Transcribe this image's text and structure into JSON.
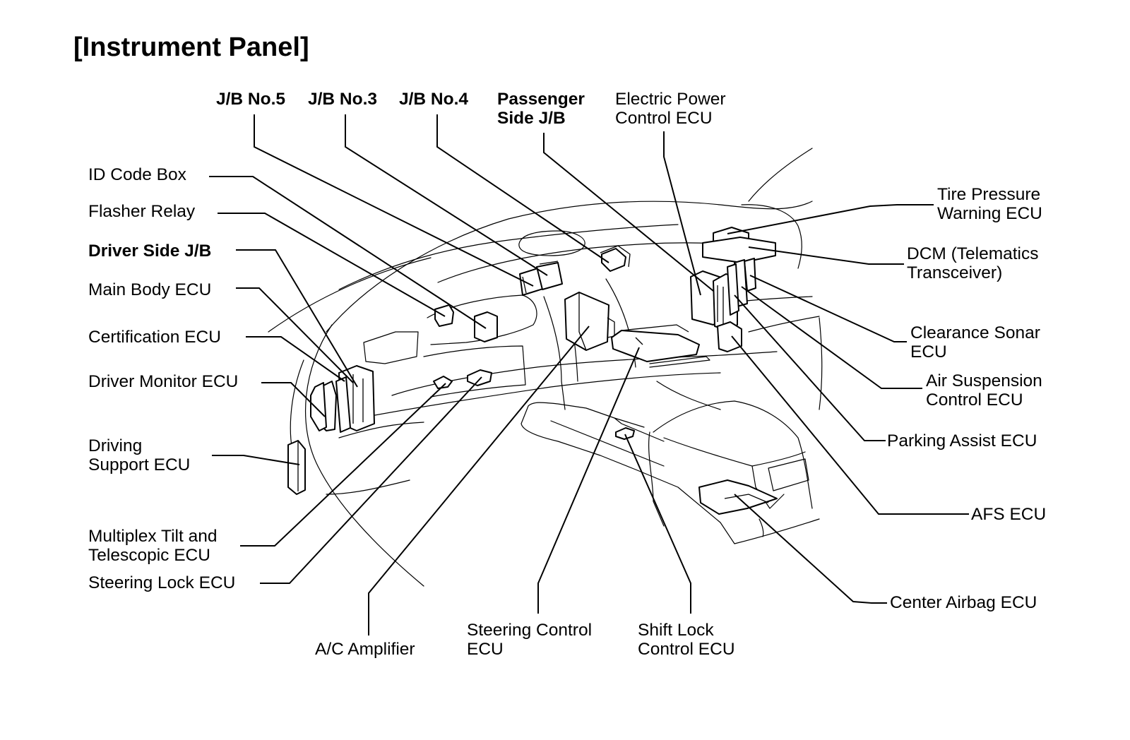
{
  "title": "[Instrument Panel]",
  "labels": {
    "jb5": "J/B No.5",
    "jb3": "J/B No.3",
    "jb4": "J/B No.4",
    "passenger_jb": [
      "Passenger",
      "Side J/B"
    ],
    "electric_power": [
      "Electric Power",
      "Control ECU"
    ],
    "id_code_box": "ID Code Box",
    "flasher_relay": "Flasher Relay",
    "driver_side_jb": "Driver Side J/B",
    "main_body_ecu": "Main Body ECU",
    "certification_ecu": "Certification ECU",
    "driver_monitor_ecu": "Driver Monitor ECU",
    "driving_support_ecu": [
      "Driving",
      "Support ECU"
    ],
    "multiplex_tilt": [
      "Multiplex Tilt and",
      "Telescopic ECU"
    ],
    "steering_lock_ecu": "Steering Lock ECU",
    "ac_amplifier": "A/C Amplifier",
    "steering_control_ecu": [
      "Steering Control",
      "ECU"
    ],
    "shift_lock_ecu": [
      "Shift Lock",
      "Control ECU"
    ],
    "tire_pressure_ecu": [
      "Tire Pressure",
      "Warning ECU"
    ],
    "dcm": [
      "DCM (Telematics",
      "Transceiver)"
    ],
    "clearance_sonar_ecu": [
      "Clearance Sonar",
      "ECU"
    ],
    "air_suspension_ecu": [
      "Air Suspension",
      "Control ECU"
    ],
    "parking_assist_ecu": "Parking Assist ECU",
    "afs_ecu": "AFS ECU",
    "center_airbag_ecu": "Center Airbag ECU"
  }
}
